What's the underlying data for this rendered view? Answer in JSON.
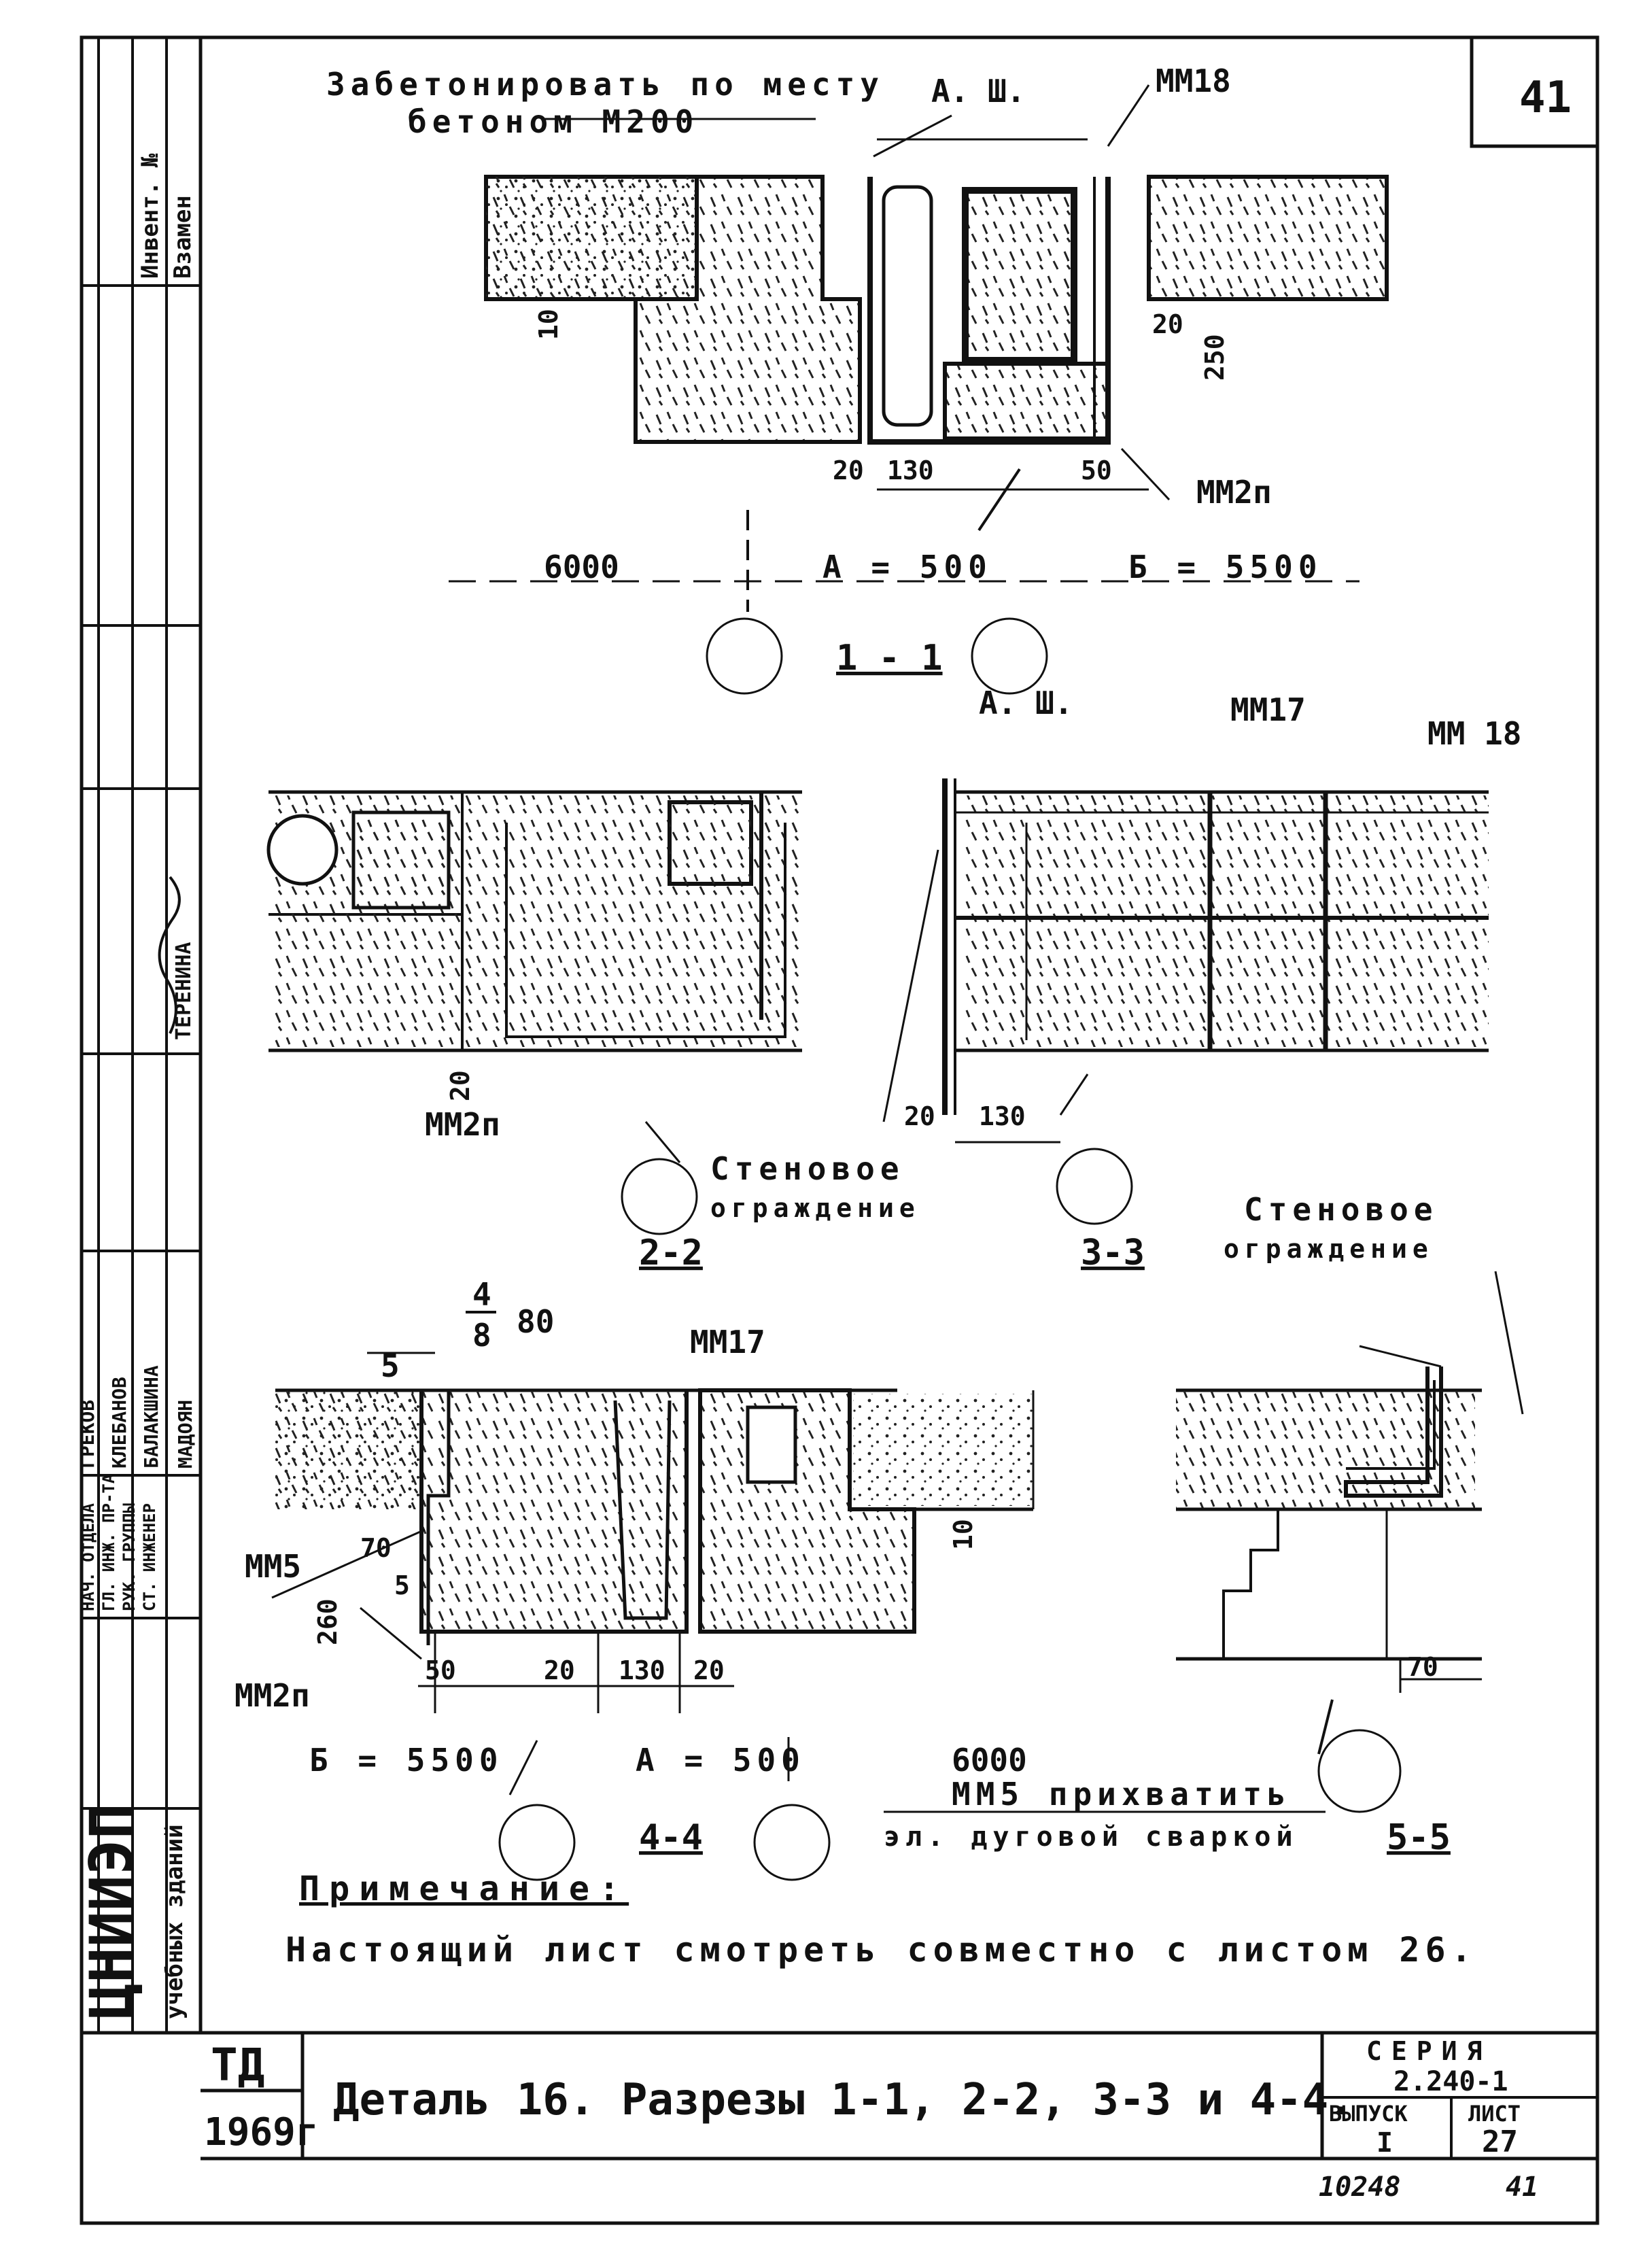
{
  "sheet_number": "41",
  "section_1_1": {
    "note_line1": "Забетонировать по месту",
    "note_line2": "бетоном М200",
    "a_sh": "А. Ш.",
    "mm18": "ММ18",
    "dim_10": "10",
    "dim_20_right": "20",
    "dim_250": "250",
    "dim_20": "20",
    "dim_130": "130",
    "dim_50": "50",
    "mm2p": "ММ2п",
    "axis_6000": "6000",
    "axis_a": "А = 500",
    "axis_b": "Б = 5500",
    "title": "1 - 1"
  },
  "section_2_2": {
    "dim_20": "20",
    "mm2p": "ММ2п",
    "wall_line1": "Стеновое",
    "wall_line2": "ограждение",
    "title": "2-2"
  },
  "section_3_3": {
    "a_sh": "А. Ш.",
    "mm17": "ММ17",
    "mm18": "ММ 18",
    "dim_20": "20",
    "dim_130": "130",
    "title": "3-3"
  },
  "section_4_4": {
    "frac_top": "4",
    "frac_bottom": "8",
    "frac_val": "80",
    "mm17": "ММ17",
    "dim_5_top": "5",
    "dim_70": "70",
    "dim_5": "5",
    "mm5": "ММ5",
    "dim_260": "260",
    "dim_10": "10",
    "dim_50": "50",
    "dim_20": "20",
    "dim_130": "130",
    "dim_20b": "20",
    "mm2p": "ММ2п",
    "axis_b": "Б = 5500",
    "axis_a": "А = 500",
    "axis_6000": "6000",
    "title": "4-4"
  },
  "section_5_5": {
    "wall_line1": "Стеновое",
    "wall_line2": "ограждение",
    "dim_70": "70",
    "weld_line1": "ММ5 прихватить",
    "weld_line2": "эл. дуговой сваркой",
    "title": "5-5"
  },
  "note": {
    "heading": "Примечание:",
    "text": "Настоящий лист смотреть совместно с листом 26."
  },
  "left_strip": {
    "inv_label": "Инвент. №",
    "vzamen_label": "Взамен",
    "terenina": "ТЕРЕНИНА",
    "roles": [
      "НАЧ. ОТДЕЛА",
      "ГЛ. ИНЖ. ПР-ТА",
      "РУК. ГРУППЫ",
      "СТ. ИНЖЕНЕР"
    ],
    "names": [
      "ГРЕКОВ",
      "КЛЕБАНОВ",
      "БАЛАКШИНА",
      "МАДОЯН"
    ],
    "org_name": "ЦНИИЭП",
    "org_sub": "учебных зданий"
  },
  "title_block": {
    "td": "ТД",
    "year": "1969г",
    "title": "Деталь 16. Разрезы 1-1, 2-2, 3-3 и 4-4.",
    "seria_label": "СЕРИЯ",
    "seria_value": "2.240-1",
    "vypusk_label": "ВЫПУСК",
    "vypusk_value": "I",
    "list_label": "ЛИСТ",
    "list_value": "27"
  },
  "footer": {
    "archive_no": "10248",
    "page": "41"
  }
}
